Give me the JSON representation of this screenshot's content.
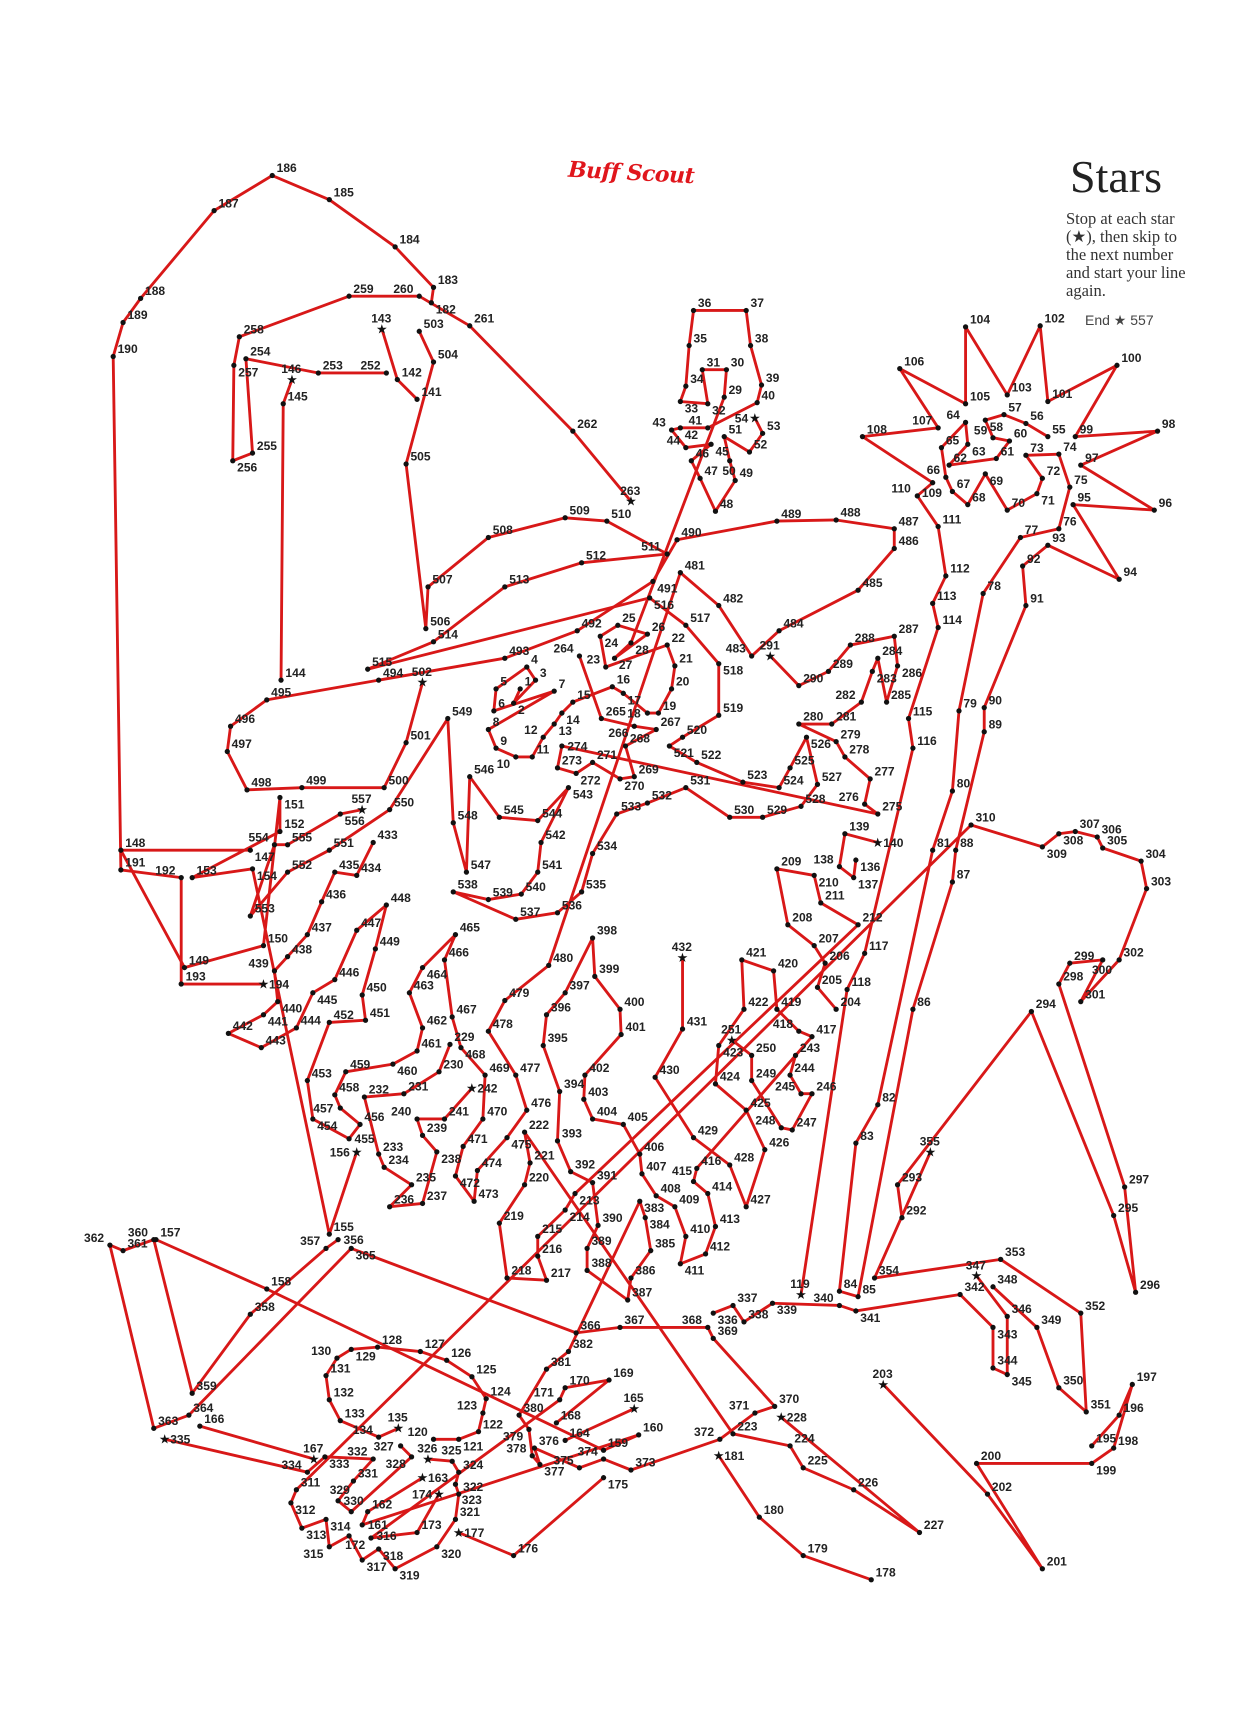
{
  "header": {
    "title": "Stars",
    "instructions": "Stop at each star (★), then skip to the next number and start your line again.",
    "end_label": "End ★ 557",
    "signature": "Buff Scout"
  },
  "puzzle": {
    "first_number": 1,
    "last_number": 557,
    "star_numbers": [
      54,
      119,
      135,
      140,
      143,
      146,
      156,
      163,
      165,
      167,
      174,
      177,
      181,
      194,
      203,
      228,
      242,
      251,
      263,
      291,
      326,
      335,
      347,
      355,
      432,
      502,
      557
    ],
    "line_color": "#d81818",
    "dot_color": "#111111"
  }
}
